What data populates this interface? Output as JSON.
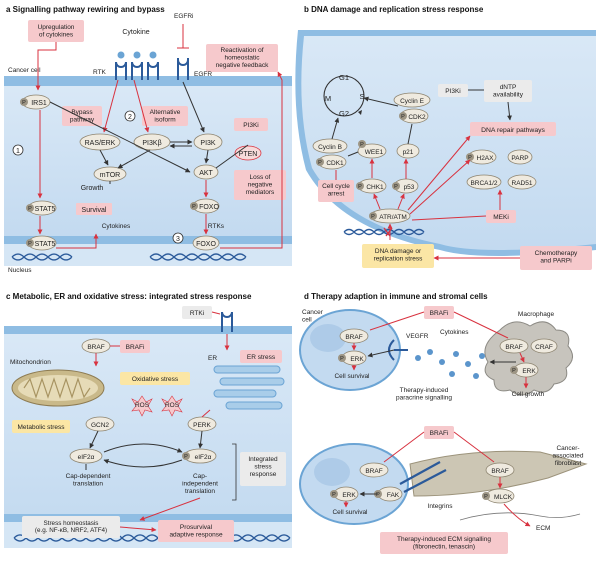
{
  "colors": {
    "cell_blue": "#c9def2",
    "membrane": "#6ba4d4",
    "node_fill": "#efeadf",
    "node_stroke": "#8d8470",
    "pink_box": "#f6c9cc",
    "pink_text": "#b23a48",
    "yellow_box": "#fbe6a5",
    "gray_box": "#ebebeb",
    "arrow_red": "#d8323f",
    "arrow_dark": "#333333"
  },
  "panel_a": {
    "title": "a  Signalling pathway rewiring and bypass",
    "upregulation": "Upregulation\nof cytokines",
    "cytokine": "Cytokine",
    "egfri": "EGFRi",
    "reactivation": "Reactivation of\nhomeostatic\nnegative feedback",
    "cancer_cell": "Cancer cell",
    "rtk": "RTK",
    "egfr": "EGFR",
    "irs1": "IRS1",
    "bypass": "Bypass\npathway",
    "alternative": "Alternative\nisoform",
    "pi3ki": "PI3Ki",
    "ras_erk": "RAS/ERK",
    "pi3kb": "PI3Kβ",
    "pi3k": "PI3K",
    "pten": "PTEN",
    "mtor": "mTOR",
    "akt": "AKT",
    "loss_neg": "Loss of\nnegative\nmediators",
    "growth": "Growth",
    "survival": "Survival",
    "stat5_top": "STAT5",
    "stat5_bot": "STAT5",
    "cytokines": "Cytokines",
    "foxo_top": "FOXO",
    "foxo_bot": "FOXO",
    "rtks": "RTKs",
    "nucleus": "Nucleus",
    "n1": "1",
    "n2": "2",
    "n3": "3",
    "p": "P"
  },
  "panel_b": {
    "title": "b  DNA damage and replication stress response",
    "g1": "G1",
    "m": "M",
    "s": "S",
    "g2": "G2",
    "cyclin_e": "Cyclin E",
    "cdk2": "CDK2",
    "pi3ki": "PI3Ki",
    "dntp": "dNTP\navailability",
    "dna_repair": "DNA repair pathways",
    "cyclin_b": "Cyclin B",
    "cdk1": "CDK1",
    "wee1": "WEE1",
    "p21": "p21",
    "h2ax": "H2AX",
    "parp": "PARP",
    "chk1": "CHK1",
    "p53": "p53",
    "brca": "BRCA1/2",
    "rad51": "RAD51",
    "arrest": "Cell cycle\narrest",
    "atr": "ATR/ATM",
    "meki": "MEKi",
    "damage": "DNA damage or\nreplication stress",
    "chemo": "Chemotherapy\nand PARPi",
    "p": "P"
  },
  "panel_c": {
    "title": "c  Metabolic, ER and oxidative stress: integrated stress response",
    "rtki": "RTKi",
    "braf": "BRAF",
    "brafi": "BRAFi",
    "mito": "Mitochondrion",
    "er": "ER",
    "er_stress": "ER stress",
    "oxidative": "Oxidative stress",
    "ros1": "ROS",
    "ros2": "ROS",
    "metabolic": "Metabolic stress",
    "gcn2": "GCN2",
    "perk": "PERK",
    "eif_left": "eIF2α",
    "eif_right": "eIF2α",
    "cap_dep": "Cap-dependent\ntranslation",
    "cap_indep": "Cap-\nindependent\ntranslation",
    "isr": "Integrated\nstress\nresponse",
    "homeostasis": "Stress homeostasis\n(e.g. NF-κB, NRF2, ATF4)",
    "prosurvival": "Prosurvival\nadaptive response",
    "p": "P"
  },
  "panel_d": {
    "title": "d  Therapy adaption in immune and stromal cells",
    "cancer_cell": "Cancer\ncell",
    "brafi_top": "BRAFi",
    "macrophage": "Macrophage",
    "braf_1": "BRAF",
    "braf_mac": "BRAF",
    "craf": "CRAF",
    "vegfr": "VEGFR",
    "cytokines": "Cytokines",
    "erk_1": "ERK",
    "erk_mac": "ERK",
    "cell_survival_1": "Cell survival",
    "paracrine": "Therapy-induced\nparacrine signalling",
    "cell_growth": "Cell growth",
    "brafi_bot": "BRAFi",
    "braf_2": "BRAF",
    "braf_fib": "BRAF",
    "caf": "Cancer-\nassociated\nfibroblast",
    "erk_2": "ERK",
    "fak": "FAK",
    "integrins": "Integrins",
    "mlck": "MLCK",
    "cell_survival_2": "Cell survival",
    "ecm": "ECM",
    "ecm_signalling": "Therapy-induced ECM signalling\n(fibronectin, tenascin)",
    "p": "P"
  }
}
